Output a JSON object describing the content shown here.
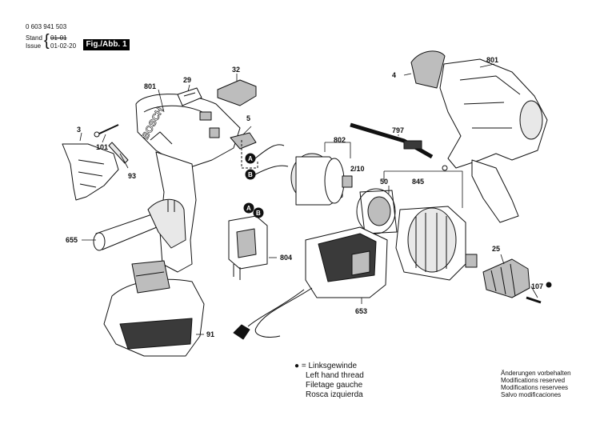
{
  "header": {
    "doc_number": "0 603 941 503",
    "stand_label": "Stand",
    "stand_value": "01-01",
    "issue_label": "Issue",
    "issue_value": "01-02-20",
    "figure_label": "Fig./Abb. 1"
  },
  "parts": {
    "p801a": "801",
    "p29": "29",
    "p32": "32",
    "p3": "3",
    "p101": "101",
    "p93": "93",
    "p5": "5",
    "p655": "655",
    "p91": "91",
    "p804": "804",
    "p802": "802",
    "p2_10": "2/10",
    "p845": "845",
    "p50": "50",
    "p653": "653",
    "p25": "25",
    "p107": "107",
    "p797": "797",
    "p4": "4",
    "p801b": "801",
    "markA": "A",
    "markB": "B",
    "markA2": "A",
    "markB2": "B",
    "brand": "BOSCH"
  },
  "legend": {
    "symbol": "●",
    "lines": [
      "= Linksgewinde",
      "Left hand thread",
      "Filetage gauche",
      "Rosca izquierda"
    ]
  },
  "notes": {
    "lines": [
      "Änderungen vorbehalten",
      "Modifications reserved",
      "Modifications reservees",
      "Salvo modificaciones"
    ]
  },
  "colors": {
    "line": "#111111",
    "fill_light": "#ffffff",
    "fill_mid": "#bdbdbd",
    "fill_dark": "#3a3a3a"
  }
}
